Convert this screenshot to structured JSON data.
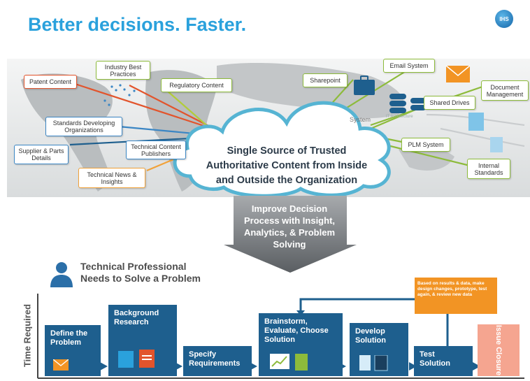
{
  "header": {
    "title": "Better decisions.  Faster.",
    "logo_text": "IHS"
  },
  "left_sources": {
    "patent": "Patent Content",
    "industry": "Industry Best Practices",
    "regulatory": "Regulatory Content",
    "standards_orgs": "Standards Developing Organizations",
    "supplier": "Supplier & Parts Details",
    "tech_publishers": "Technical Content Publishers",
    "tech_news": "Technical News & Insights"
  },
  "right_sources": {
    "sharepoint": "Sharepoint",
    "email": "Email System",
    "document_mgmt": "Document Management",
    "shared_drives": "Shared Drives",
    "plm": "PLM System",
    "internal_standards": "Internal Standards",
    "system_partial": "System",
    "it_architecture": "IT Architecture"
  },
  "cloud": {
    "line1": "Single Source of Trusted",
    "line2": "Authoritative Content from Inside",
    "line3": "and Outside the Organization"
  },
  "arrow": {
    "line1": "Improve Decision",
    "line2": "Process with Insight,",
    "line3": "Analytics, & Problem",
    "line4": "Solving"
  },
  "person": {
    "line1": "Technical Professional",
    "line2": "Needs to Solve a Problem"
  },
  "axis": {
    "ylabel": "Time Required"
  },
  "steps": {
    "define": "Define the Problem",
    "research": "Background Research",
    "specify": "Specify Requirements",
    "brainstorm": "Brainstorm, Evaluate, Choose Solution",
    "develop": "Develop Solution",
    "test": "Test Solution",
    "closure": "Issue Closure"
  },
  "note": {
    "text": "Based on results & data, make design changes, prototype, test again, & review new data"
  },
  "colors": {
    "title_blue": "#2aa1dc",
    "step_blue": "#1e5f8e",
    "note_orange": "#f29424",
    "closure_salmon": "#f5a590",
    "tag_green": "#8dbb3b",
    "cloud_outline": "#56b4d3"
  }
}
